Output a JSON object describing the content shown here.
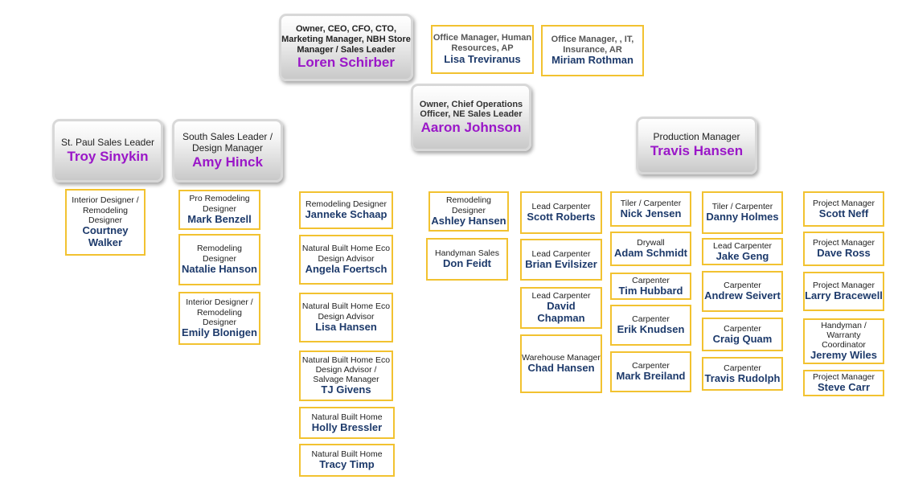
{
  "leaders": {
    "ceo": {
      "title": "Owner, CEO, CFO, CTO, Marketing Manager, NBH Store Manager / Sales Leader",
      "name": "Loren Schirber"
    },
    "coo": {
      "title": "Owner, Chief Operations Officer, NE Sales Leader",
      "name": "Aaron Johnson"
    },
    "stpaul": {
      "title": "St. Paul Sales Leader",
      "name": "Troy Sinykin"
    },
    "south": {
      "title": "South Sales Leader / Design Manager",
      "name": "Amy Hinck"
    },
    "production": {
      "title": "Production Manager",
      "name": "Travis Hansen"
    }
  },
  "office": [
    {
      "title": "Office Manager, Human Resources, AP",
      "name": "Lisa Treviranus"
    },
    {
      "title": "Office Manager, , IT, Insurance, AR",
      "name": "Miriam Rothman"
    }
  ],
  "columns": {
    "troy_team": [
      {
        "title": "Interior Designer / Remodeling Designer",
        "name": "Courtney Walker"
      }
    ],
    "amy_team": [
      {
        "title": "Pro Remodeling Designer",
        "name": "Mark Benzell"
      },
      {
        "title": "Remodeling Designer",
        "name": "Natalie Hanson"
      },
      {
        "title": "Interior  Designer / Remodeling Designer",
        "name": "Emily Blonigen"
      }
    ],
    "design_team": [
      {
        "title": "Remodeling Designer",
        "name": "Janneke Schaap"
      },
      {
        "title": "Natural Built Home Eco Design Advisor",
        "name": "Angela Foertsch"
      },
      {
        "title": "Natural Built Home Eco Design Advisor",
        "name": "Lisa Hansen"
      },
      {
        "title": "Natural Built Home Eco Design Advisor / Salvage Manager",
        "name": "TJ Givens"
      },
      {
        "title": "Natural Built Home",
        "name": "Holly Bressler"
      },
      {
        "title": "Natural Built Home",
        "name": "Tracy Timp"
      }
    ],
    "aaron_team": [
      {
        "title": "Remodeling Designer",
        "name": "Ashley Hansen"
      },
      {
        "title": "Handyman Sales",
        "name": "Don Feidt"
      }
    ],
    "lead_carpenters": [
      {
        "title": "Lead Carpenter",
        "name": "Scott Roberts"
      },
      {
        "title": "Lead Carpenter",
        "name": "Brian Evilsizer"
      },
      {
        "title": "Lead Carpenter",
        "name": "David Chapman"
      },
      {
        "title": "Warehouse Manager",
        "name": "Chad Hansen"
      }
    ],
    "crew_a": [
      {
        "title": "Tiler / Carpenter",
        "name": "Nick Jensen"
      },
      {
        "title": "Drywall",
        "name": "Adam Schmidt"
      },
      {
        "title": "Carpenter",
        "name": "Tim Hubbard"
      },
      {
        "title": "Carpenter",
        "name": "Erik Knudsen"
      },
      {
        "title": "Carpenter",
        "name": "Mark Breiland"
      }
    ],
    "crew_b": [
      {
        "title": "Tiler / Carpenter",
        "name": "Danny Holmes"
      },
      {
        "title": "Lead Carpenter",
        "name": "Jake Geng"
      },
      {
        "title": "Carpenter",
        "name": "Andrew Seivert"
      },
      {
        "title": "Carpenter",
        "name": "Craig Quam"
      },
      {
        "title": "Carpenter",
        "name": "Travis Rudolph"
      }
    ],
    "project_managers": [
      {
        "title": "Project Manager",
        "name": "Scott Neff"
      },
      {
        "title": "Project Manager",
        "name": "Dave Ross"
      },
      {
        "title": "Project Manager",
        "name": "Larry Bracewell"
      },
      {
        "title": "Handyman / Warranty Coordinator",
        "name": "Jeremy Wiles"
      },
      {
        "title": "Project Manager",
        "name": "Steve Carr"
      }
    ]
  }
}
